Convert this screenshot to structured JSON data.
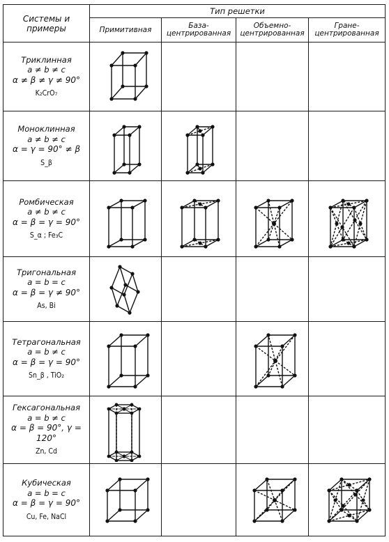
{
  "header": {
    "systems": "Системы и\nпримеры",
    "lattice_type": "Тип решетки",
    "columns": [
      "Примитивная",
      "База-\nцентрированная",
      "Объемно-\nцентрированная",
      "Гране-\nцентрированная"
    ]
  },
  "rows": [
    {
      "name": "Триклинная",
      "eq1": "a ≠ b ≠ c",
      "eq2": "α ≠ β ≠ γ ≠ 90°",
      "examples": "K₂CrO₇"
    },
    {
      "name": "Моноклинная",
      "eq1": "a ≠ b ≠ c",
      "eq2": "α = γ = 90° ≠ β",
      "examples": "S_β"
    },
    {
      "name": "Ромбическая",
      "eq1": "a ≠ b ≠ c",
      "eq2": "α = β = γ = 90°",
      "examples": "S_α ; Fe₃C"
    },
    {
      "name": "Тригональная",
      "eq1": "a = b = c",
      "eq2": "α = β = γ ≠ 90°",
      "examples": "As, Bi"
    },
    {
      "name": "Тетрагональная",
      "eq1": "a = b ≠ c",
      "eq2": "α = β = γ = 90°",
      "examples": "Sn_β , TiO₂"
    },
    {
      "name": "Гексагональная",
      "eq1": "a = b ≠ c",
      "eq2": "α = β = 90°, γ = 120°",
      "examples": "Zn, Cd"
    },
    {
      "name": "Кубическая",
      "eq1": "a = b = c",
      "eq2": "α = β = γ = 90°",
      "examples": "Cu, Fe, NaCl"
    }
  ]
}
